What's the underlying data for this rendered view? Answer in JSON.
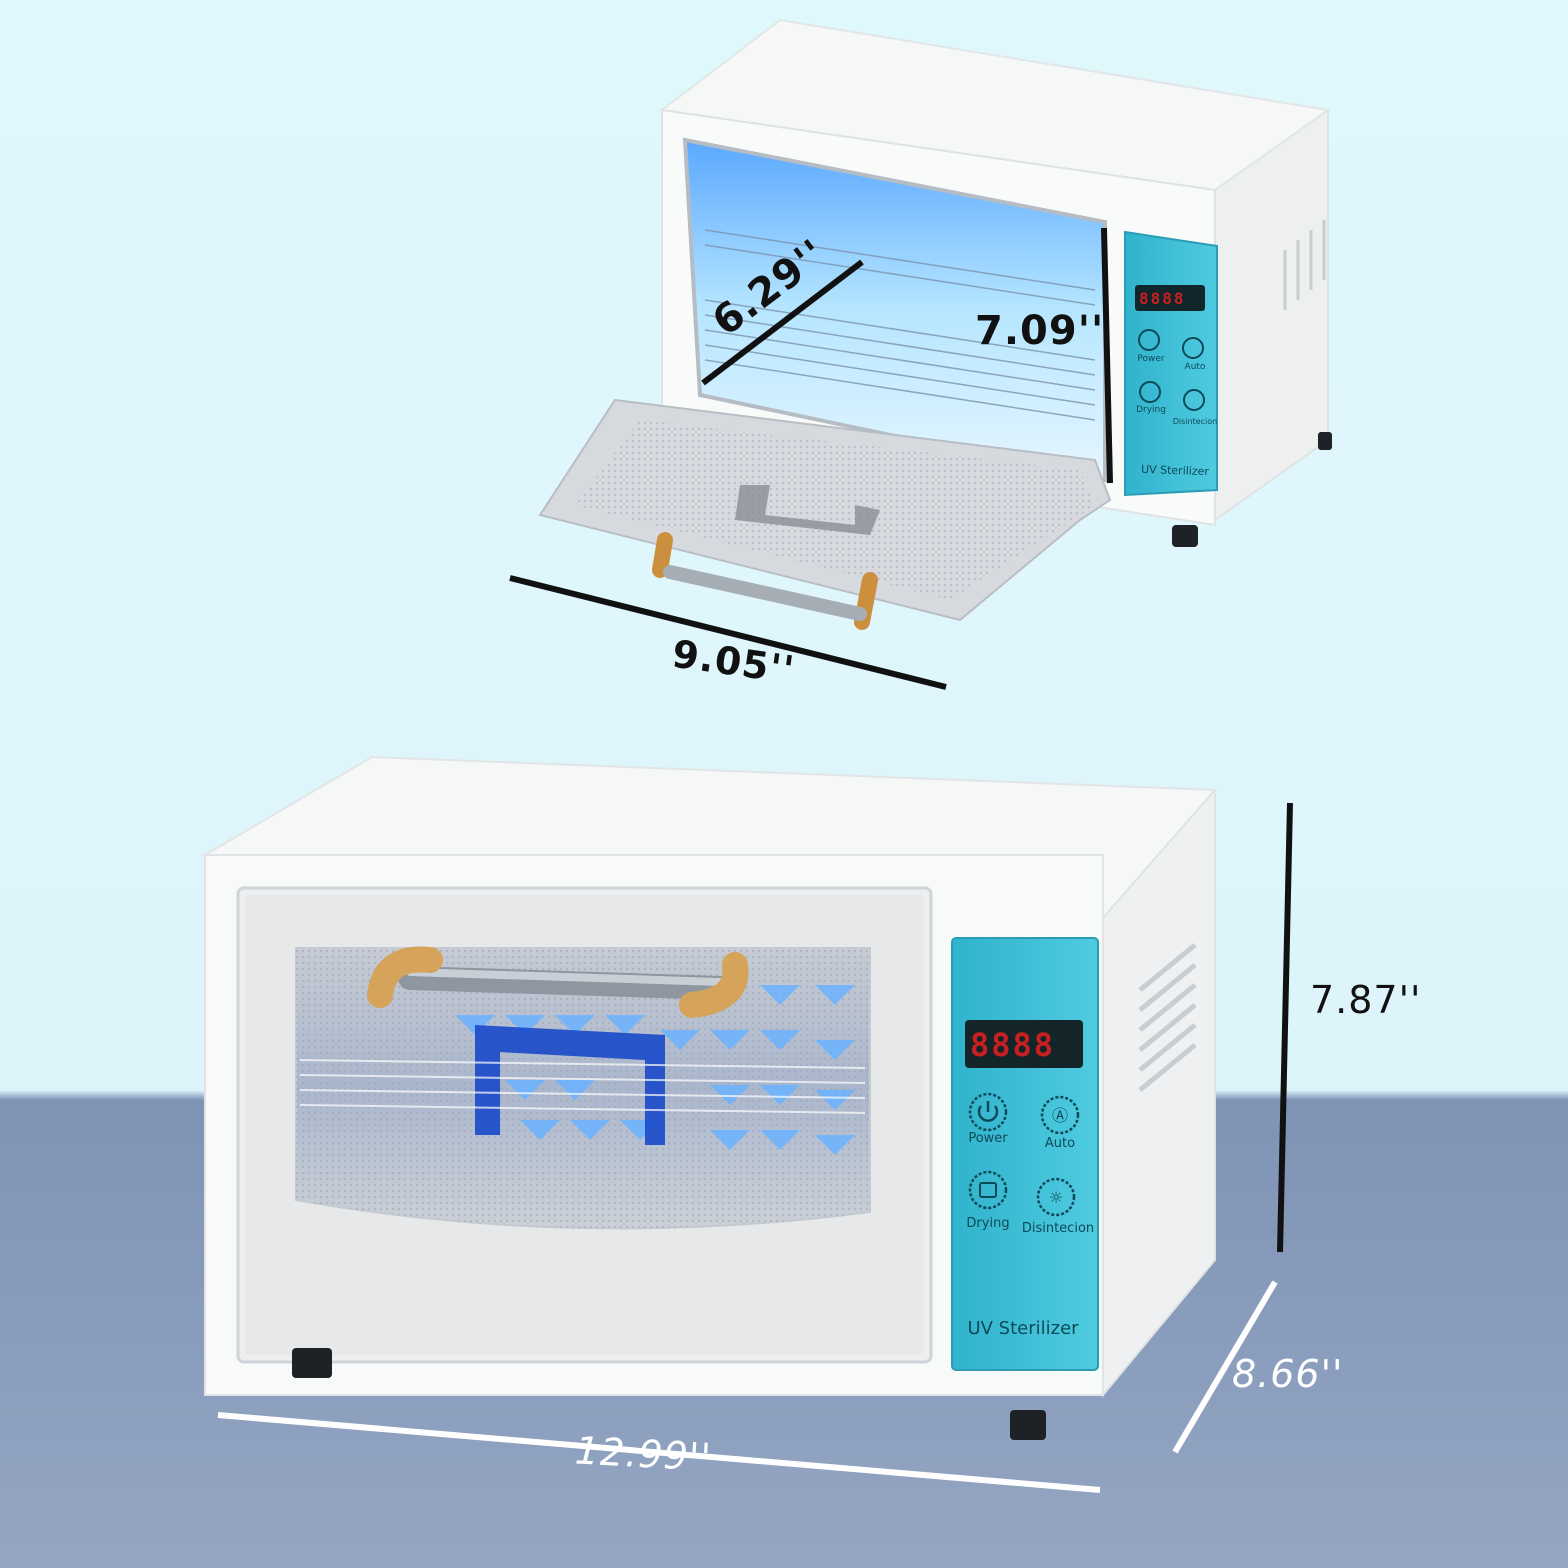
{
  "dimensions": {
    "chamber_depth": "6.29''",
    "chamber_height": "7.09''",
    "tray_width": "9.05''",
    "outer_height": "7.87''",
    "outer_depth": "8.66''",
    "outer_width": "12.99''"
  },
  "control_panel": {
    "buttons": [
      {
        "label": "Power"
      },
      {
        "label": "Auto"
      },
      {
        "label": "Drying"
      },
      {
        "label": "Disintecion"
      }
    ],
    "brand_label": "UV Sterilizer",
    "display_digits": "8888"
  },
  "colors": {
    "background_upper": "#ddf4fb",
    "table_surface": "#8a9dbd",
    "panel_teal": "#3cbfd6",
    "appliance_white": "#f7f8f8",
    "uv_glow": "#5aa8ff"
  }
}
